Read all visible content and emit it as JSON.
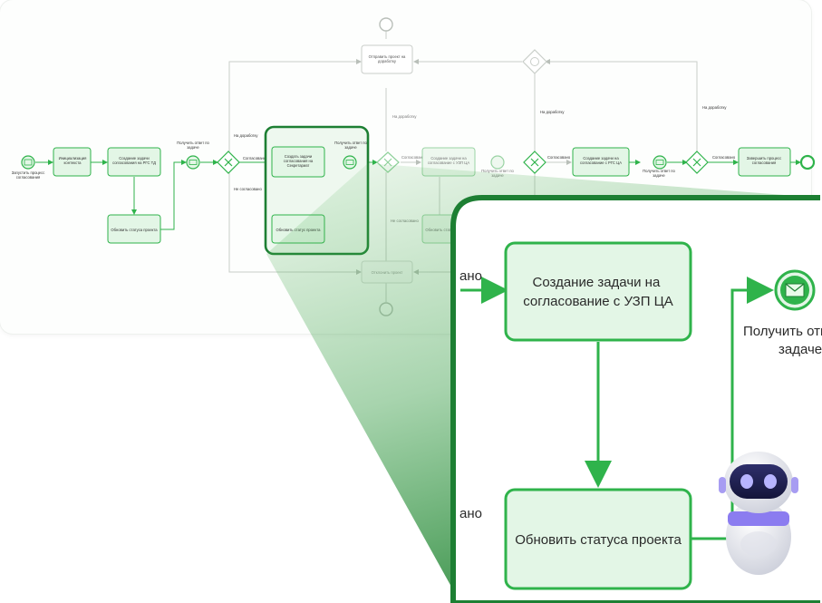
{
  "colors": {
    "accent": "#2fb34b",
    "accent_dark": "#1d7f33",
    "task_fill": "#e3f6e6",
    "gray_line": "#c9cec9",
    "text": "#2a2a2a"
  },
  "diagram": {
    "start_event_label": "Запустить процесс согласования",
    "task_init": "Инициализация контекста",
    "task_rgs_td": "Создание задачи согласования на РГС ТД",
    "task_update_1": "Обновить статуса проекта",
    "receive_1": "Получить ответ по задаче",
    "gw1_approve": "Согласовано",
    "gw1_rework": "На доработку",
    "gw1_reject": "Не согласовано",
    "task_secretary": "Создать задачи согласования на Секретариат",
    "task_update_2": "Обновить статус проекта",
    "receive_2": "Получить ответ по задаче",
    "gw2_approve": "Согласовано",
    "gw2_rework": "На доработку",
    "gw2_reject": "Не согласовано",
    "task_uzp": "Создание задачи на согласование с УЗП ЦА",
    "task_update_3": "Обновить статуса проекта",
    "receive_3": "Получить ответ по задаче",
    "gw3_approve": "Согласовано",
    "gw3_rework": "На доработку",
    "task_rgs_ca": "Создание задачи на согласование с РГС ЦА",
    "receive_4": "Получить ответ по задаче",
    "gw4_approve": "Согласовано",
    "gw4_rework": "На доработку",
    "task_finish": "Завершить процесс согласования",
    "task_send_rework": "Отправить проект на доработку",
    "task_reject": "Отклонить проект"
  },
  "zoom": {
    "incoming_top": "ано",
    "incoming_bottom": "ано",
    "task_uzp_line1": "Создание задачи на",
    "task_uzp_line2": "согласование с УЗП ЦА",
    "task_update_label": "Обновить статуса проекта",
    "receive_line1": "Получить отве",
    "receive_line2": "задаче"
  }
}
